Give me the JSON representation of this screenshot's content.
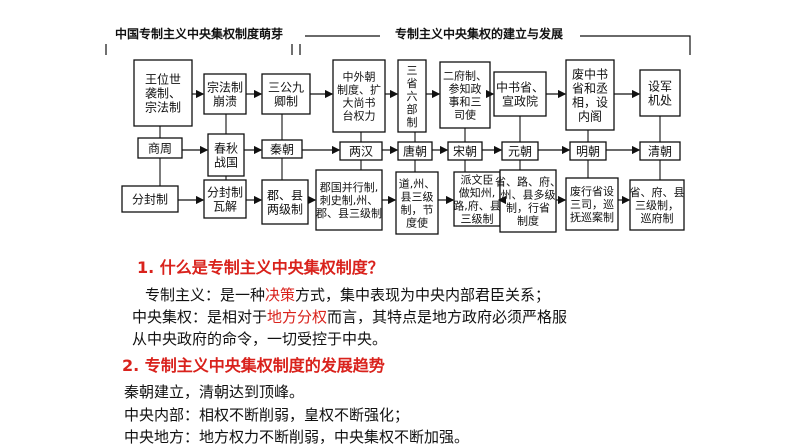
{
  "diagram": {
    "label_left": "中国专制主义中央集权制度萌芽",
    "label_right": "专制主义中央集权的建立与发展",
    "top_boxes": [
      [
        "王位世",
        "袭制、",
        "宗法制"
      ],
      [
        "宗法制",
        "崩溃"
      ],
      [
        "三公九",
        "卿制"
      ],
      [
        "中外朝",
        "制度、扩",
        "大尚书",
        "台权力"
      ],
      [
        "三",
        "省",
        "六",
        "部",
        "制"
      ],
      [
        "二府制、",
        "参知政",
        "事和三",
        "司使"
      ],
      [
        "中书省、",
        "宣政院"
      ],
      [
        "废中书",
        "省和丞",
        "相，设",
        "内阁"
      ],
      [
        "设军",
        "机处"
      ]
    ],
    "dynasties": [
      "商周",
      "春秋",
      "战国",
      "秦朝",
      "两汉",
      "唐朝",
      "宋朝",
      "元朝",
      "明朝",
      "清朝"
    ],
    "bottom_boxes": [
      [
        "分封制"
      ],
      [
        "分封制",
        "瓦解"
      ],
      [
        "郡、县",
        "两级制"
      ],
      [
        "郡国并行制,",
        "刺史制,州、",
        "郡、县三级制"
      ],
      [
        "道,州、",
        "县三级",
        "制，节",
        "度使"
      ],
      [
        "派文臣",
        "做知州,",
        "路,府、县",
        "三级制"
      ],
      [
        "省、路、府、",
        "州、县多级",
        "制，行省",
        "制度"
      ],
      [
        "废行省设",
        "三司，巡",
        "抚巡案制"
      ],
      [
        "省、府、县",
        "三级制，",
        "巡府制"
      ]
    ]
  },
  "section1": {
    "heading": "1. 什么是专制主义中央集权制度？",
    "line1_a": "专制主义：是一种",
    "line1_red": "决策",
    "line1_b": "方式，集中表现为中央内部君臣关系；",
    "line2_a": "中央集权：是相对于",
    "line2_red": "地方分权",
    "line2_b": "而言，其特点是地方政府必须严格服",
    "line3": "从中央政府的命令，一切受控于中央。"
  },
  "section2": {
    "heading": "2. 专制主义中央集权制度的发展趋势",
    "line1": "秦朝建立，清朝达到顶峰。",
    "line2": "中央内部：相权不断削弱，皇权不断强化；",
    "line3": "中央地方：地方权力不断削弱，中央集权不断加强。"
  }
}
